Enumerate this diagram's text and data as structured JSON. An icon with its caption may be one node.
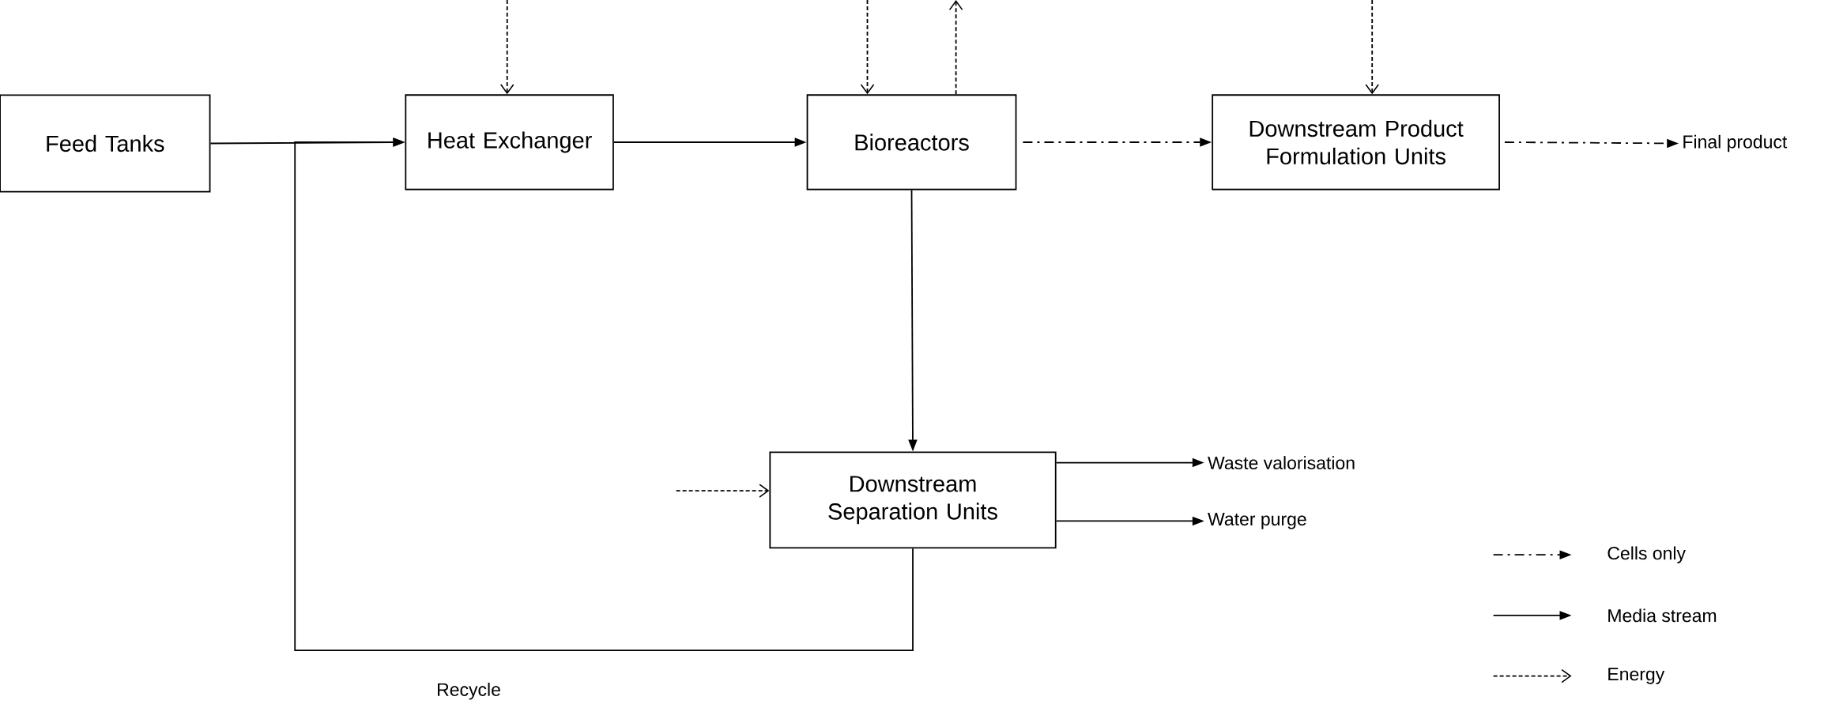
{
  "diagram": {
    "nodes": [
      {
        "text": [
          "Feed Tanks"
        ]
      },
      {
        "text": [
          "Heat Exchanger"
        ]
      },
      {
        "text": [
          "Bioreactors"
        ]
      },
      {
        "text": [
          "Downstream Product Formulation Units"
        ]
      },
      {
        "text": [
          "Downstream Separation Units"
        ]
      },
      {
        "text": [
          "Final product"
        ]
      },
      {
        "text": [
          "Waste valorisation"
        ]
      },
      {
        "text": [
          "Water purge"
        ]
      }
    ],
    "edges": [
      {
        "from": 0,
        "to": 1,
        "arrow": "to"
      },
      {
        "from": 1,
        "to": 2,
        "arrow": "to"
      },
      {
        "from": 2,
        "to": 3,
        "arrow": "to",
        "style": "dashed"
      },
      {
        "from": 3,
        "to": 5,
        "arrow": "to",
        "style": "dashed"
      },
      {
        "from": 2,
        "to": 4,
        "arrow": "to"
      },
      {
        "from": 4,
        "to": 6,
        "arrow": "to"
      },
      {
        "from": 4,
        "to": 7,
        "arrow": "to"
      },
      {
        "from": 4,
        "to": 1,
        "arrow": "to"
      },
      {
        "from": null,
        "to": 1,
        "arrow": "to",
        "style": "dashed"
      },
      {
        "from": null,
        "to": 2,
        "arrow": "to",
        "style": "dashed"
      },
      {
        "from": 2,
        "to": null,
        "arrow": "to",
        "style": "dashed"
      },
      {
        "from": null,
        "to": 3,
        "arrow": "to",
        "style": "dashed"
      },
      {
        "from": null,
        "to": 4,
        "arrow": "to",
        "style": "dashed"
      }
    ],
    "labels": [
      "Recycle"
    ],
    "legend": [
      {
        "text": "Cells only"
      },
      {
        "text": "Media stream"
      },
      {
        "text": "Energy"
      }
    ]
  }
}
